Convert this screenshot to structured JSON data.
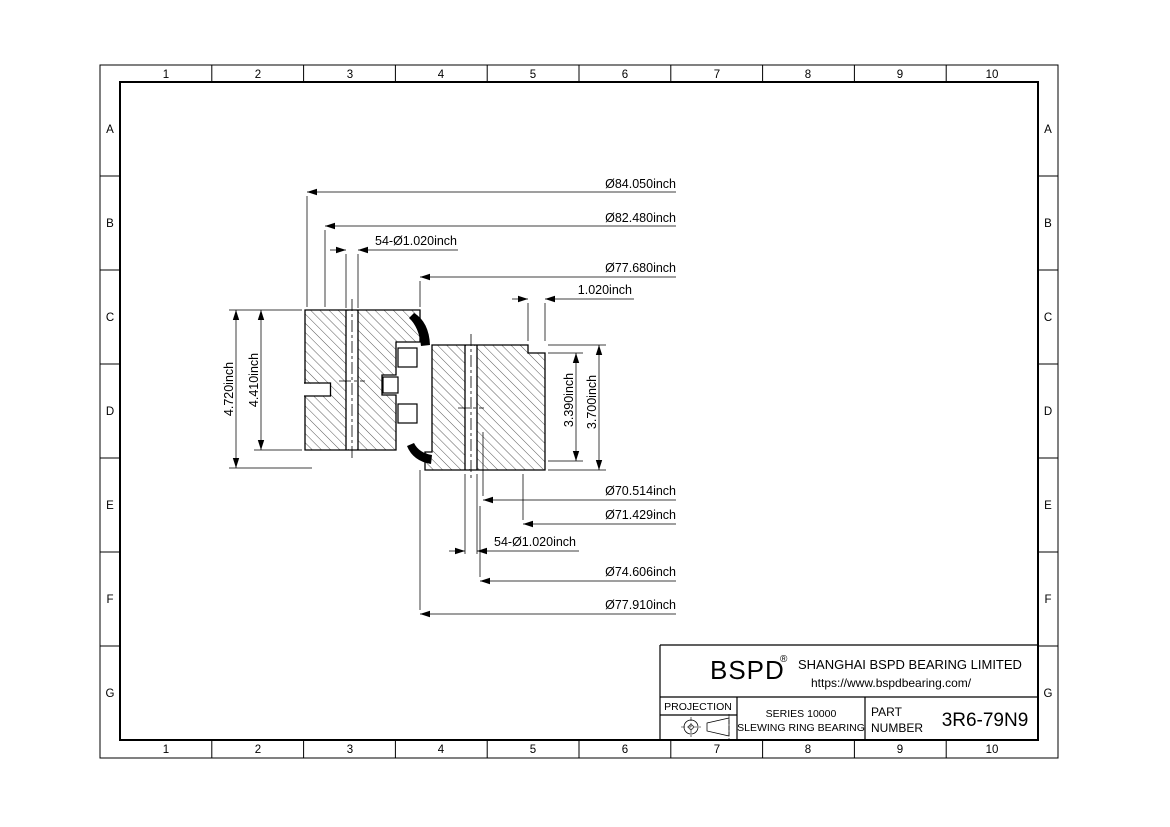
{
  "grid": {
    "columns": [
      "1",
      "2",
      "3",
      "4",
      "5",
      "6",
      "7",
      "8",
      "9",
      "10"
    ],
    "rows": [
      "A",
      "B",
      "C",
      "D",
      "E",
      "F",
      "G"
    ]
  },
  "dimensions": {
    "dia_outer_1": "Ø84.050inch",
    "dia_outer_2": "Ø82.480inch",
    "holes_top": "54-Ø1.020inch",
    "dia_outer_3": "Ø77.680inch",
    "step_width": "1.020inch",
    "height_total": "4.720inch",
    "height_outer_ring": "4.410inch",
    "height_inner_race": "3.390inch",
    "height_inner_ring": "3.700inch",
    "dia_inner_1": "Ø70.514inch",
    "dia_inner_2": "Ø71.429inch",
    "holes_bottom": "54-Ø1.020inch",
    "dia_inner_3": "Ø74.606inch",
    "dia_inner_4": "Ø77.910inch"
  },
  "title_block": {
    "brand": "BSPD",
    "registered": "®",
    "company": "SHANGHAI BSPD BEARING LIMITED",
    "website": "https://www.bspdbearing.com/",
    "projection_label": "PROJECTION",
    "series_line1": "SERIES 10000",
    "series_line2": "SLEWING RING BEARING",
    "part_label_line1": "PART",
    "part_label_line2": "NUMBER",
    "part_number": "3R6-79N9"
  },
  "colors": {
    "line": "#000000",
    "background": "#ffffff"
  }
}
